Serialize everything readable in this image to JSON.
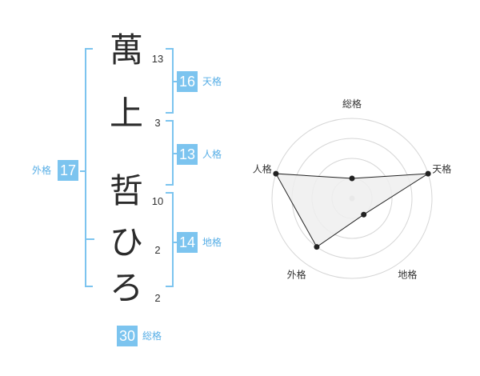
{
  "name": {
    "characters": [
      {
        "char": "萬",
        "strokes": "13"
      },
      {
        "char": "上",
        "strokes": "3"
      },
      {
        "char": "哲",
        "strokes": "10"
      },
      {
        "char": "ひ",
        "strokes": "2"
      },
      {
        "char": "ろ",
        "strokes": "2"
      }
    ]
  },
  "fortune": {
    "tenkaku": {
      "label": "天格",
      "value": "16"
    },
    "jinkaku": {
      "label": "人格",
      "value": "13"
    },
    "chikaku": {
      "label": "地格",
      "value": "14"
    },
    "gaikaku": {
      "label": "外格",
      "value": "17"
    },
    "soukaku": {
      "label": "総格",
      "value": "30"
    }
  },
  "chart_data": {
    "type": "radar",
    "axes": [
      "総格",
      "天格",
      "地格",
      "外格",
      "人格"
    ],
    "values": [
      1,
      4,
      1,
      3,
      4
    ],
    "rmax": 4,
    "rings": 4,
    "colors": {
      "fill": "#efefef",
      "line": "#222222",
      "grid": "#d6d6d6",
      "center": "#c8c8c8"
    }
  }
}
